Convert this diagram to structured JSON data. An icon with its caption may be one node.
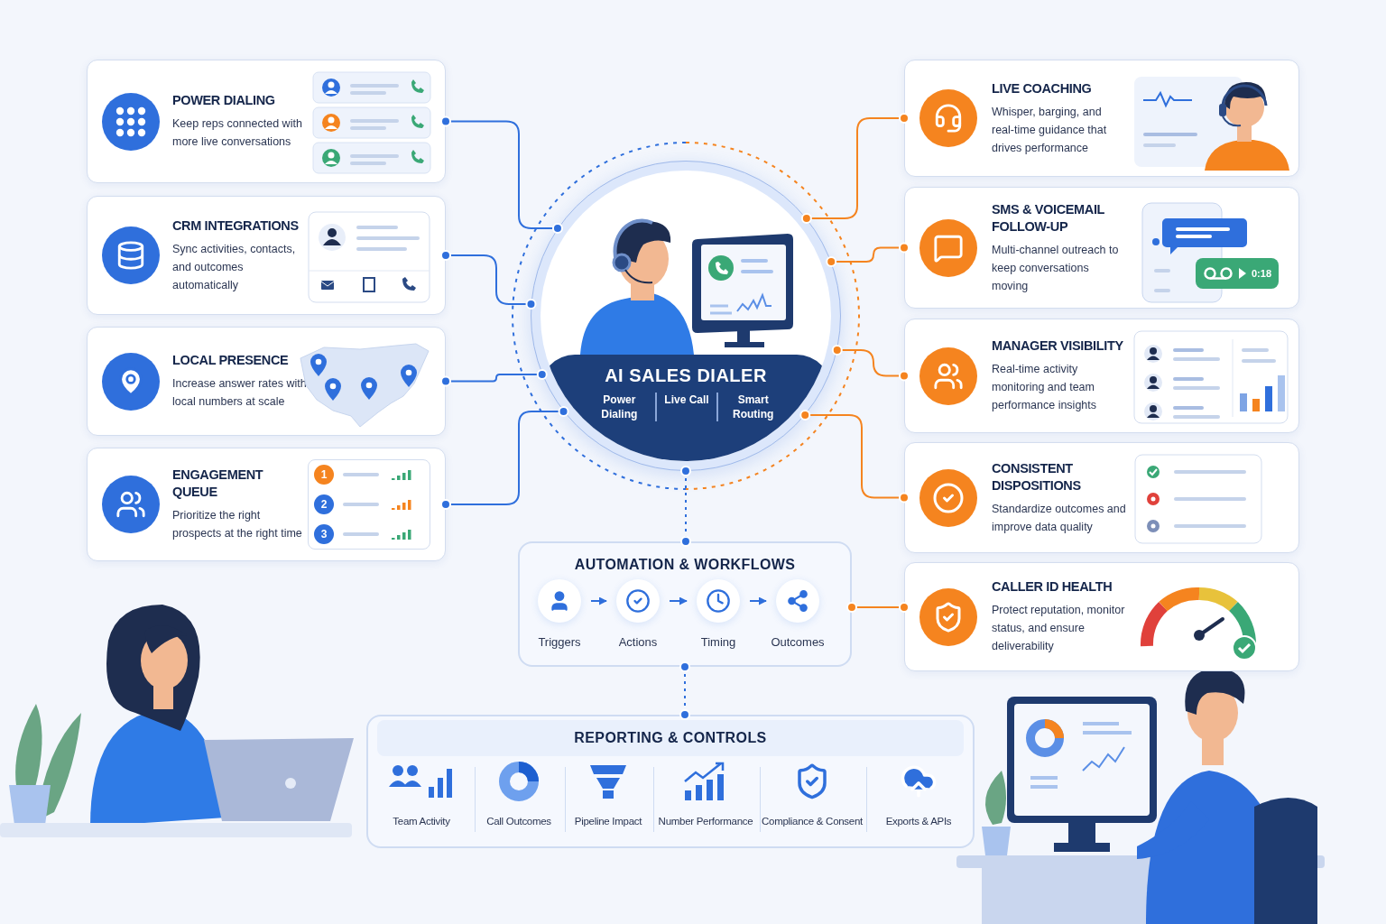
{
  "diagram": {
    "nodes": [
      {
        "text": [
          "AI SALES DIALER",
          "Power Dialing",
          "Live Call",
          "Smart Routing"
        ]
      },
      {
        "text": [
          "POWER DIALING",
          "Keep reps connected with more live conversations"
        ]
      },
      {
        "text": [
          "CRM INTEGRATIONS",
          "Sync activities, contacts, and outcomes automatically"
        ]
      },
      {
        "text": [
          "LOCAL PRESENCE",
          "Increase answer rates with local numbers at scale"
        ]
      },
      {
        "text": [
          "ENGAGEMENT QUEUE",
          "Prioritize the right prospects at the right time"
        ]
      },
      {
        "text": [
          "LIVE COACHING",
          "Whisper, barging, and real-time guidance that drives performance"
        ]
      },
      {
        "text": [
          "SMS & VOICEMAIL FOLLOW-UP",
          "Multi-channel outreach to keep conversations moving"
        ]
      },
      {
        "text": [
          "MANAGER VISIBILITY",
          "Real-time activity monitoring and team performance insights"
        ]
      },
      {
        "text": [
          "CONSISTENT DISPOSITIONS",
          "Standardize outcomes and improve data quality"
        ]
      },
      {
        "text": [
          "CALLER ID HEALTH",
          "Protect reputation, monitor status, and ensure deliverability"
        ]
      },
      {
        "text": [
          "AUTOMATION & WORKFLOWS"
        ]
      },
      {
        "text": [
          "Triggers"
        ],
        "in": 10
      },
      {
        "text": [
          "Actions"
        ],
        "in": 10
      },
      {
        "text": [
          "Timing"
        ],
        "in": 10
      },
      {
        "text": [
          "Outcomes"
        ],
        "in": 10
      },
      {
        "text": [
          "REPORTING & CONTROLS"
        ]
      },
      {
        "text": [
          "Team Activity"
        ],
        "in": 15
      },
      {
        "text": [
          "Call Outcomes"
        ],
        "in": 15
      },
      {
        "text": [
          "Pipeline Impact"
        ],
        "in": 15
      },
      {
        "text": [
          "Number Performance"
        ],
        "in": 15
      },
      {
        "text": [
          "Compliance & Consent"
        ],
        "in": 15
      },
      {
        "text": [
          "Exports & APIs"
        ],
        "in": 15
      }
    ],
    "edges": [
      {
        "from": 1,
        "to": 0,
        "arrow": "other"
      },
      {
        "from": 2,
        "to": 0,
        "arrow": "other"
      },
      {
        "from": 3,
        "to": 0,
        "arrow": "other"
      },
      {
        "from": 4,
        "to": 0,
        "arrow": "other"
      },
      {
        "from": 0,
        "to": 5,
        "arrow": "other",
        "color": "#f5841f"
      },
      {
        "from": 0,
        "to": 6,
        "arrow": "other",
        "color": "#f5841f"
      },
      {
        "from": 0,
        "to": 7,
        "arrow": "other",
        "color": "#f5841f"
      },
      {
        "from": 0,
        "to": 8,
        "arrow": "other",
        "color": "#f5841f"
      },
      {
        "from": 0,
        "to": 10,
        "arrow": "other",
        "style": "dashed"
      },
      {
        "from": 10,
        "to": 15,
        "arrow": "other",
        "style": "dashed"
      },
      {
        "from": 9,
        "to": 10,
        "arrow": "other",
        "color": "#f5841f"
      },
      {
        "from": 11,
        "to": 12,
        "arrow": "to"
      },
      {
        "from": 12,
        "to": 13,
        "arrow": "to"
      },
      {
        "from": 13,
        "to": 14,
        "arrow": "to"
      }
    ],
    "labels": [
      "1",
      "2",
      "3",
      "0:18"
    ]
  }
}
